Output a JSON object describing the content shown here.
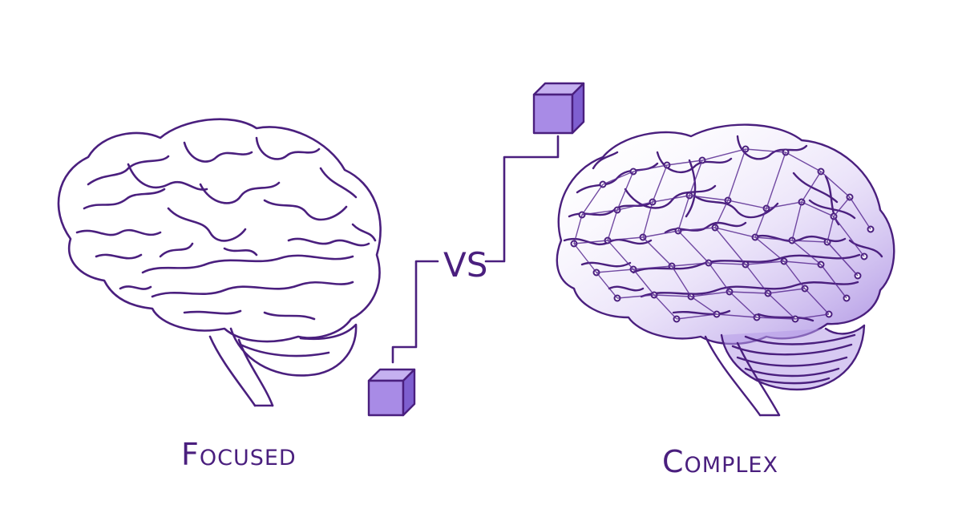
{
  "labels": {
    "left": "Focused",
    "center": "VS",
    "right": "Complex"
  },
  "colors": {
    "stroke": "#4a1f7e",
    "accent": "#7a52c7",
    "cube_top": "#b9a3ec",
    "cube_front": "#9f82e2",
    "cube_side": "#7e5fd0",
    "brain_fill_right": "#b79ce8"
  },
  "icons": [
    "brain-icon-simple",
    "brain-icon-network",
    "cube-icon",
    "connector-line"
  ]
}
